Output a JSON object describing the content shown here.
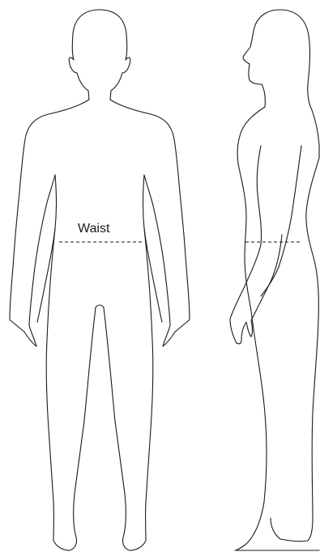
{
  "measurement": {
    "label": "Waist"
  },
  "figures": [
    {
      "view": "front"
    },
    {
      "view": "side"
    }
  ],
  "colors": {
    "outline": "#1a1a1a",
    "background": "#ffffff"
  }
}
